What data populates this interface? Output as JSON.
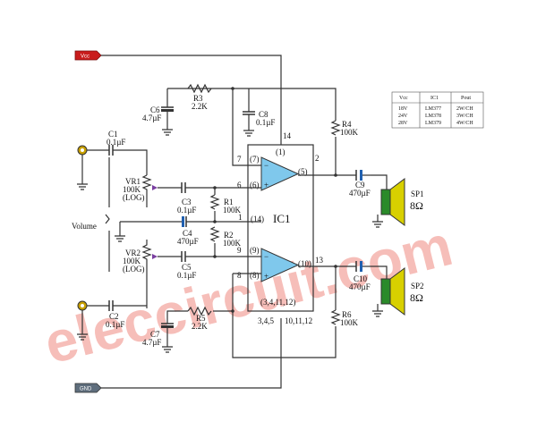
{
  "ports": {
    "vcc": "Vcc",
    "gnd": "GND"
  },
  "caps": {
    "c1": {
      "name": "C1",
      "value": "0.1µF"
    },
    "c2": {
      "name": "C2",
      "value": "0.1µF"
    },
    "c3": {
      "name": "C3",
      "value": "0.1µF"
    },
    "c4": {
      "name": "C4",
      "value": "470µF"
    },
    "c5": {
      "name": "C5",
      "value": "0.1µF"
    },
    "c6": {
      "name": "C6",
      "value": "4.7µF"
    },
    "c7": {
      "name": "C7",
      "value": "4.7µF"
    },
    "c8": {
      "name": "C8",
      "value": "0.1µF"
    },
    "c9": {
      "name": "C9",
      "value": "470µF"
    },
    "c10": {
      "name": "C10",
      "value": "470µF"
    }
  },
  "resistors": {
    "r1": {
      "name": "R1",
      "value": "100K"
    },
    "r2": {
      "name": "R2",
      "value": "100K"
    },
    "r3": {
      "name": "R3",
      "value": "2.2K"
    },
    "r4": {
      "name": "R4",
      "value": "100K"
    },
    "r5": {
      "name": "R5",
      "value": "2.2K"
    },
    "r6": {
      "name": "R6",
      "value": "100K"
    }
  },
  "pots": {
    "vr1": {
      "name": "VR1",
      "value": "100K",
      "taper": "(LOG)"
    },
    "vr2": {
      "name": "VR2",
      "value": "100K",
      "taper": "(LOG)"
    },
    "volume_label": "Volume"
  },
  "speakers": {
    "sp1": {
      "name": "SP1",
      "ohm": "8Ω"
    },
    "sp2": {
      "name": "SP2",
      "ohm": "8Ω"
    }
  },
  "ic": {
    "name": "IC1",
    "pins_outer": {
      "p7": "7",
      "p6": "6",
      "p1": "1",
      "p9": "9",
      "p8": "8",
      "p2": "2",
      "p13": "13",
      "p14": "14"
    },
    "pins_inner": {
      "i1": "(1)",
      "i7": "(7)",
      "i6": "(6)",
      "i5": "(5)",
      "i14": "(14)",
      "i9": "(9)",
      "i8": "(8)",
      "i10": "(10)",
      "bottom": "(3,4,11,12)"
    },
    "gnd_pins_a": "3,4,5",
    "gnd_pins_b": "10,11,12"
  },
  "table": {
    "headers": [
      "Vcc",
      "IC1",
      "Pout"
    ],
    "rows": [
      [
        "18V",
        "LM377",
        "2W/CH"
      ],
      [
        "24V",
        "LM378",
        "3W/CH"
      ],
      [
        "28V",
        "LM379",
        "4W/CH"
      ]
    ]
  },
  "watermark": "eleccircuit.com"
}
